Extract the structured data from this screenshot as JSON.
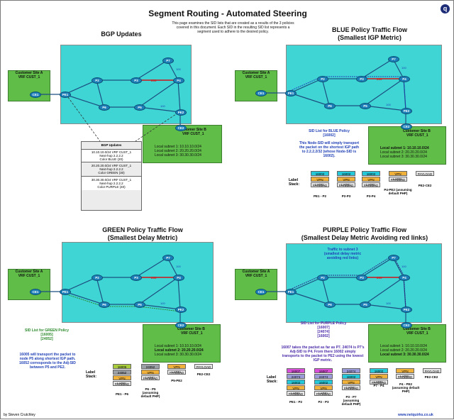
{
  "title": "Segment Routing - Automated Steering",
  "intro": "This page examines the SID lists that are created as a results of the 3 policies covered in this document. Each SID in the resulting SID list represents a segment used to adhere to the desired policy.",
  "logo_letter": "q",
  "footer": {
    "author": "by Steven Crutchley",
    "site": "www.netquirks.co.uk"
  },
  "colors": {
    "cloud": "#3fd5d5",
    "site": "#5fbd48",
    "sid": "#25c8d8",
    "vpn_label": "#f0b13a",
    "blue_text": "#1f3fb5",
    "purple_text": "#4b2aa8"
  },
  "site_a": {
    "name": "Customer Site A",
    "vrf": "VRF CUST_1",
    "router": "CE1"
  },
  "site_b": {
    "name": "Customer Site B",
    "vrf": "VRF CUST_1",
    "router": "CE2",
    "subnets": [
      "Local subnet 1: 10.10.10.0/24",
      "Local subnet 2: 20.20.20.0/24",
      "Local subnet 3: 30.30.30.0/24"
    ]
  },
  "routers": [
    "PE1",
    "P2",
    "P3",
    "P4",
    "P5",
    "P6",
    "P7",
    "PE2"
  ],
  "metrics": {
    "m100": "100",
    "m200": "200"
  },
  "bgp": {
    "title": "BGP Updates",
    "box_title": "BGP Updates",
    "entries": [
      [
        "10.10.10.0/24 VRF CUST_1",
        "Next-hop 2.2.2.2",
        "Color BLUE (20)"
      ],
      [
        "20.20.20.0/24 VRF CUST_1",
        "Next-hop 2.2.2.2",
        "Color GREEN (30)"
      ],
      [
        "30.30.30.0/24 VRF CUST_1",
        "Next-hop 2.2.2.2",
        "Color PURPLE (40)"
      ]
    ]
  },
  "blue": {
    "title1": "BLUE Policy Traffic Flow",
    "title2": "(Smallest IGP Metric)",
    "sid_title": "SID List for BLUE Policy",
    "sid_values": [
      "[16002]"
    ],
    "desc": "This Node-SID will simply transport the packet on the shortest IGP path to 2.2.2.2/32 (whose Node-SID is 16002).",
    "label_stack": "Label Stack:",
    "hops": [
      "PE1 - P2",
      "P2-P3",
      "P3-P4",
      "P4-PE2 (assuming default PHP)",
      "PE2-CE2"
    ],
    "sid": "16002",
    "vpn": "VPN LABEL",
    "payload": "PAYLOAD"
  },
  "green": {
    "title1": "GREEN Policy Traffic Flow",
    "title2": "(Smallest Delay Metric)",
    "sid_title": "SID List for GREEN Policy",
    "sid_values": [
      "[16005]",
      "[24052]"
    ],
    "desc": "16005 will transport the packet to node P5 along shortest IGP path. 16052 corresponds to the Adj-SID between P5 and PE2.",
    "label_stack": "Label Stack:",
    "hops": [
      "PE1 - P6",
      "P6 - P5 (assuming default PHP)",
      "P5-PE2",
      "PE2-CE2"
    ],
    "sid1": "16005",
    "sid2": "24052",
    "vpn": "VPN LABEL",
    "payload": "PAYLOAD"
  },
  "purple": {
    "title1": "PURPLE Policy Traffic Flow",
    "title2": "(Smallest Delay Metric Avoiding red links)",
    "traffic_note": "Traffic to subnet 3 (smallest delay metric avoiding red links)",
    "sid_title": "SID List for PURPLE Policy",
    "sid_values": [
      "[16007]",
      "[24074]",
      "[16002]"
    ],
    "desc": "16007 takes the packet as far as P7. 24074 is P7's Adj-SID to P4. From there 16002 simply transports to the packet to PE2 using the lowest IGP metric.",
    "label_stack": "Label Stack:",
    "hops": [
      "PE1 - P2",
      "P2 - P3",
      "P3 - P7 (assuming default PHP)",
      "P7 - P4",
      "P4 - PE2 (assuming default PHP)",
      "PE2-CE2"
    ],
    "sid1": "16007",
    "sid2": "24074",
    "sid3": "16002",
    "vpn": "VPN LABEL",
    "payload": "PAYLOAD"
  }
}
